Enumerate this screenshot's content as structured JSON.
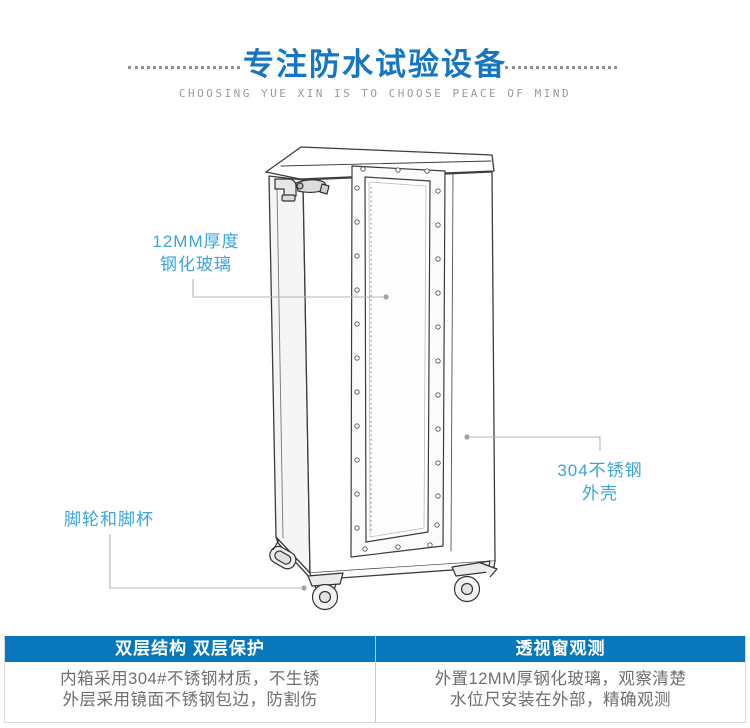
{
  "header": {
    "title": "专注防水试验设备",
    "subtitle": "CHOOSING YUE XIN IS TO CHOOSE PEACE OF MIND",
    "title_color": "#1677c0",
    "subtitle_color": "#9b9b9b"
  },
  "diagram": {
    "accent_color": "#3aa5dc",
    "leader_line_color": "#b5b5b5",
    "annotations": [
      {
        "id": "tempered-glass",
        "line1": "12MM厚度",
        "line2": "钢化玻璃"
      },
      {
        "id": "stainless-shell",
        "line1": "304不锈钢",
        "line2": "外壳"
      },
      {
        "id": "casters",
        "line1": "脚轮和脚杯"
      }
    ]
  },
  "features": {
    "header_bg": "#0878bd",
    "text_color": "#6e6e6e",
    "columns": [
      {
        "title": "双层结构 双层保护",
        "line1": "内箱采用304#不锈钢材质，不生锈",
        "line2": "外层采用镜面不锈钢包边，防割伤"
      },
      {
        "title": "透视窗观测",
        "line1": "外置12MM厚钢化玻璃，观察清楚",
        "line2": "水位尺安装在外部，精确观测"
      }
    ]
  }
}
